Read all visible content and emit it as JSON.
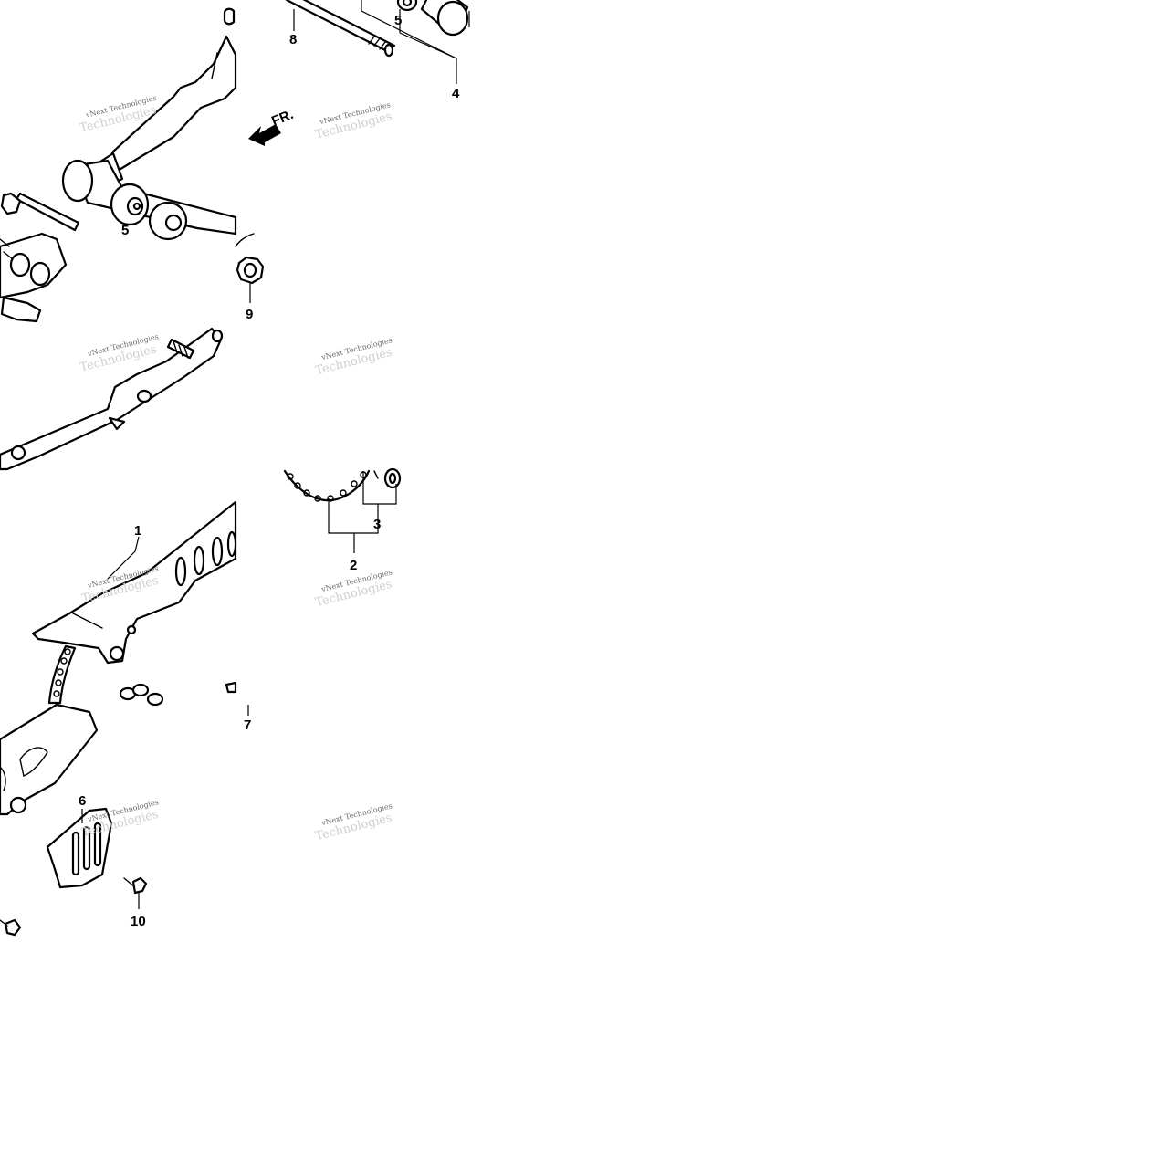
{
  "diagram": {
    "callouts": {
      "c1": "1",
      "c2": "2",
      "c3": "3",
      "c4": "4",
      "c5a": "5",
      "c5b": "5",
      "c6": "6",
      "c7": "7",
      "c8": "8",
      "c9": "9",
      "c10": "10"
    },
    "direction_label": "FR.",
    "watermark": {
      "line1": "vNext Technologies",
      "line2": "Technologies"
    }
  }
}
